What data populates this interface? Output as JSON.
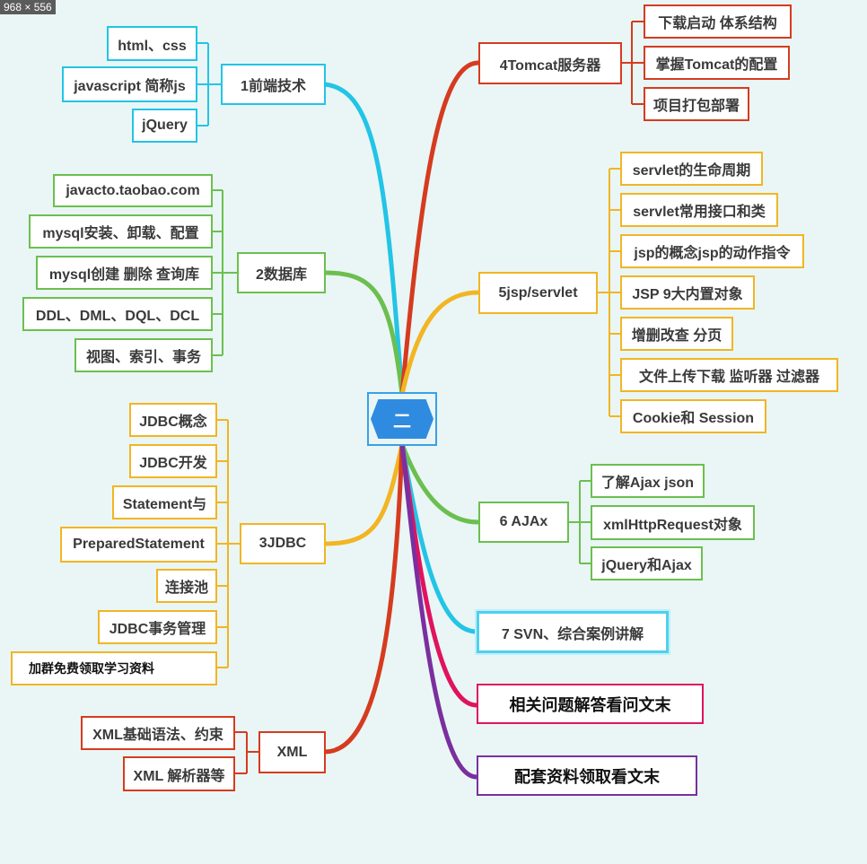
{
  "size_tag": "968 × 556",
  "center": "二",
  "branches": {
    "b1": {
      "label": "1前端技术",
      "items": [
        "html、css",
        "javascript 简称js",
        "jQuery"
      ]
    },
    "b2": {
      "label": "2数据库",
      "items": [
        "javacto.taobao.com",
        "mysql安装、卸载、配置",
        "mysql创建 删除 查询库",
        "DDL、DML、DQL、DCL",
        "视图、索引、事务"
      ]
    },
    "b3": {
      "label": "3JDBC",
      "items": [
        "JDBC概念",
        "JDBC开发",
        "Statement与",
        "PreparedStatement",
        "连接池",
        "JDBC事务管理",
        "加群免费领取学习资料"
      ]
    },
    "b4": {
      "label": "XML",
      "items": [
        "XML基础语法、约束",
        "XML 解析器等"
      ]
    },
    "b5": {
      "label": "4Tomcat服务器",
      "items": [
        "下载启动  体系结构",
        "掌握Tomcat的配置",
        "项目打包部署"
      ]
    },
    "b6": {
      "label": "5jsp/servlet",
      "items": [
        "servlet的生命周期",
        "servlet常用接口和类",
        "jsp的概念jsp的动作指令",
        "JSP 9大内置对象",
        "增删改查 分页",
        "文件上传下载  监听器  过滤器",
        "Cookie和 Session"
      ]
    },
    "b7": {
      "label": "6 AJAx",
      "items": [
        "了解Ajax json",
        "xmlHttpRequest对象",
        "jQuery和Ajax"
      ]
    },
    "b8": {
      "label": "7 SVN、综合案例讲解"
    },
    "b9": {
      "label": "相关问题解答看问文末"
    },
    "b10": {
      "label": "配套资料领取看文末"
    }
  },
  "colors": {
    "cyan": "#23c4e6",
    "green": "#6cbf4f",
    "yellow": "#f2b523",
    "red": "#d63b1f",
    "pink": "#e0135e",
    "purple": "#7b2f9f",
    "center": "#2f8be0"
  }
}
